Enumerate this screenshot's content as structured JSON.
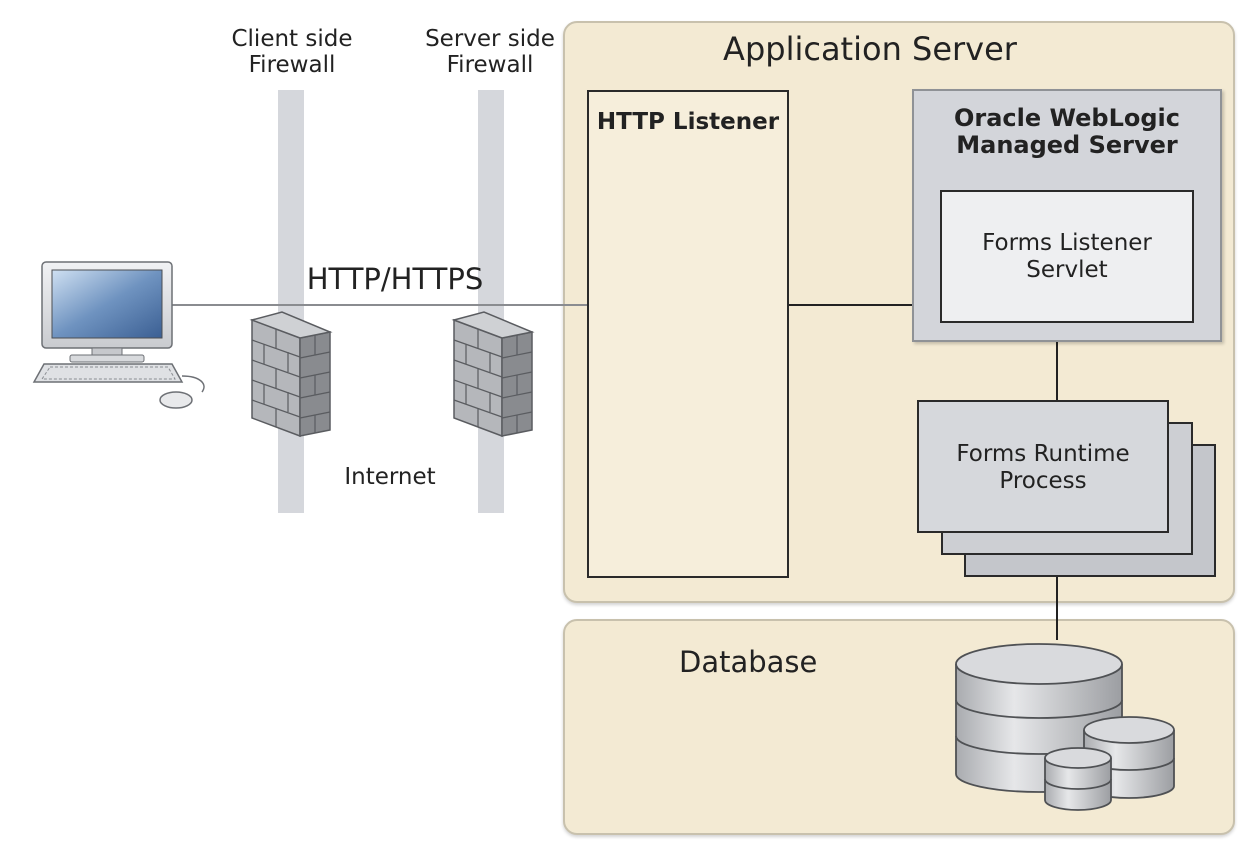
{
  "firewalls": {
    "client": {
      "line1": "Client side",
      "line2": "Firewall"
    },
    "server": {
      "line1": "Server side",
      "line2": "Firewall"
    }
  },
  "connection_label": "HTTP/HTTPS",
  "internet_label": "Internet",
  "app_server": {
    "title": "Application Server",
    "http_listener": "HTTP Listener",
    "managed_server": {
      "line1": "Oracle WebLogic",
      "line2": "Managed Server"
    },
    "forms_listener": {
      "line1": "Forms Listener",
      "line2": "Servlet"
    },
    "forms_runtime": {
      "line1": "Forms Runtime",
      "line2": "Process"
    }
  },
  "database": {
    "title": "Database"
  },
  "colors": {
    "panel_fill": "#f3ead3",
    "firewall_column": "#d5d7dc",
    "managed_server_fill": "#d3d5da",
    "servlet_fill": "#eeeff1"
  }
}
